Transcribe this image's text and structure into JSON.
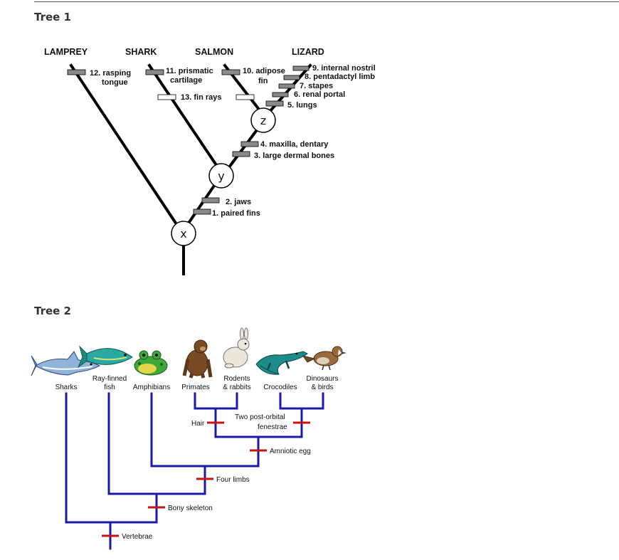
{
  "tree1": {
    "title": "Tree 1",
    "taxa": [
      "LAMPREY",
      "SHARK",
      "SALMON",
      "LIZARD"
    ],
    "nodes": [
      "x",
      "y",
      "z"
    ],
    "characters": {
      "c12a": "12. rasping",
      "c12b": "tongue",
      "c11a": "11. prismatic",
      "c11b": "cartilage",
      "c13": "13. fin rays",
      "c10a": "10. adipose",
      "c10b": "fin",
      "c9": "9. internal nostril",
      "c8": "8. pentadactyl limb",
      "c7": "7. stapes",
      "c6": "6. renal portal",
      "c5": "5. lungs",
      "c4": "4. maxilla, dentary",
      "c3": "3. large dermal bones",
      "c2": "2. jaws",
      "c1": "1. paired fins"
    }
  },
  "tree2": {
    "title": "Tree 2",
    "taxa": [
      {
        "line1": "Sharks",
        "line2": ""
      },
      {
        "line1": "Ray-finned",
        "line2": "fish"
      },
      {
        "line1": "Amphibians",
        "line2": ""
      },
      {
        "line1": "Primates",
        "line2": ""
      },
      {
        "line1": "Rodents",
        "line2": "& rabbits"
      },
      {
        "line1": "Crocodiles",
        "line2": ""
      },
      {
        "line1": "Dinosaurs",
        "line2": "& birds"
      }
    ],
    "traits": {
      "hair": "Hair",
      "postorbital_a": "Two post-orbital",
      "postorbital_b": "fenestrae",
      "amniotic": "Amniotic egg",
      "limbs": "Four limbs",
      "bony": "Bony skeleton",
      "vertebrae": "Vertebrae"
    },
    "colors": {
      "branch": "#1a1aa6",
      "trait_mark": "#cc1111",
      "shark": "#8fb3d9",
      "fish": "#2aa9a0",
      "frog": "#3fa83a",
      "primate": "#7a4a22",
      "rabbit": "#e8e2d8",
      "crocodile": "#1e8a8a",
      "bird": "#9a6a3a"
    }
  }
}
